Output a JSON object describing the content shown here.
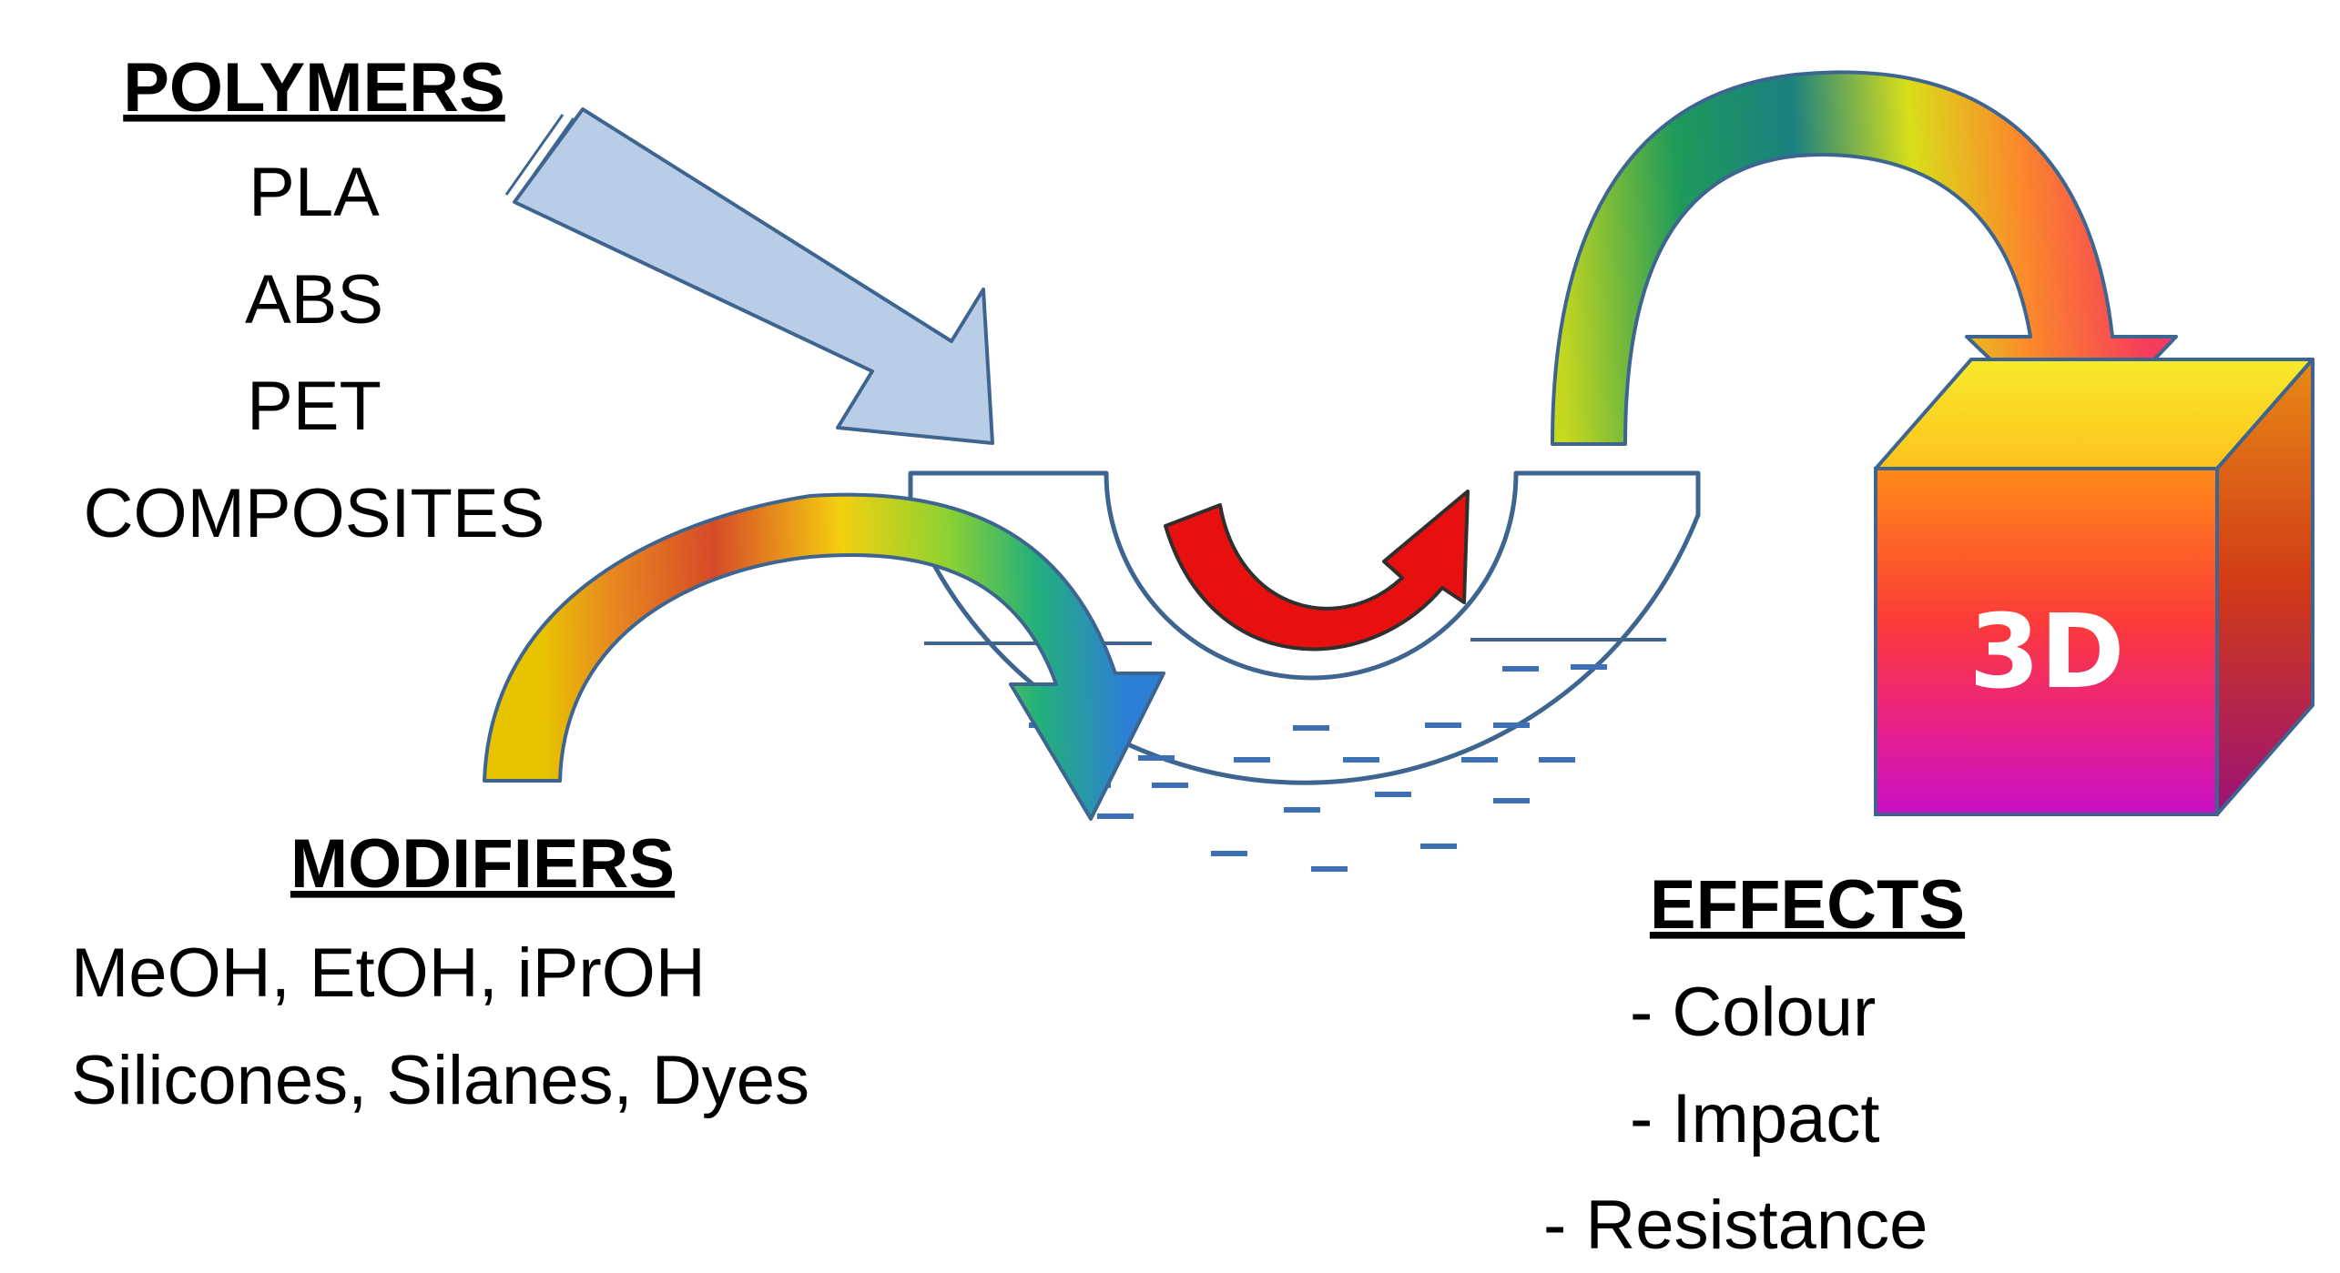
{
  "polymers": {
    "heading": "POLYMERS",
    "items": [
      "PLA",
      "ABS",
      "PET",
      "COMPOSITES"
    ]
  },
  "modifiers": {
    "heading": "MODIFIERS",
    "lines": [
      "MeOH, EtOH, iPrOH",
      "Silicones, Silanes, Dyes"
    ]
  },
  "effects": {
    "heading": "EFFECTS",
    "items": [
      "-  Colour",
      "-  Impact",
      "-  Resistance"
    ]
  },
  "cube": {
    "label": "3D"
  },
  "colors": {
    "polymer_arrow_fill": "#b9cde6",
    "outline": "#3d6590",
    "stir_arrow": "#e8100f",
    "liquid_dash": "#3d6fb5"
  },
  "icons": {
    "polymer_arrow": "block-arrow-icon",
    "modifier_arrow": "rainbow-curved-arrow-icon",
    "output_arrow": "rainbow-curved-arrow-icon",
    "stir_arrow": "curved-mixing-arrow-icon",
    "vessel": "bath-vessel-icon",
    "cube": "cube-icon"
  }
}
